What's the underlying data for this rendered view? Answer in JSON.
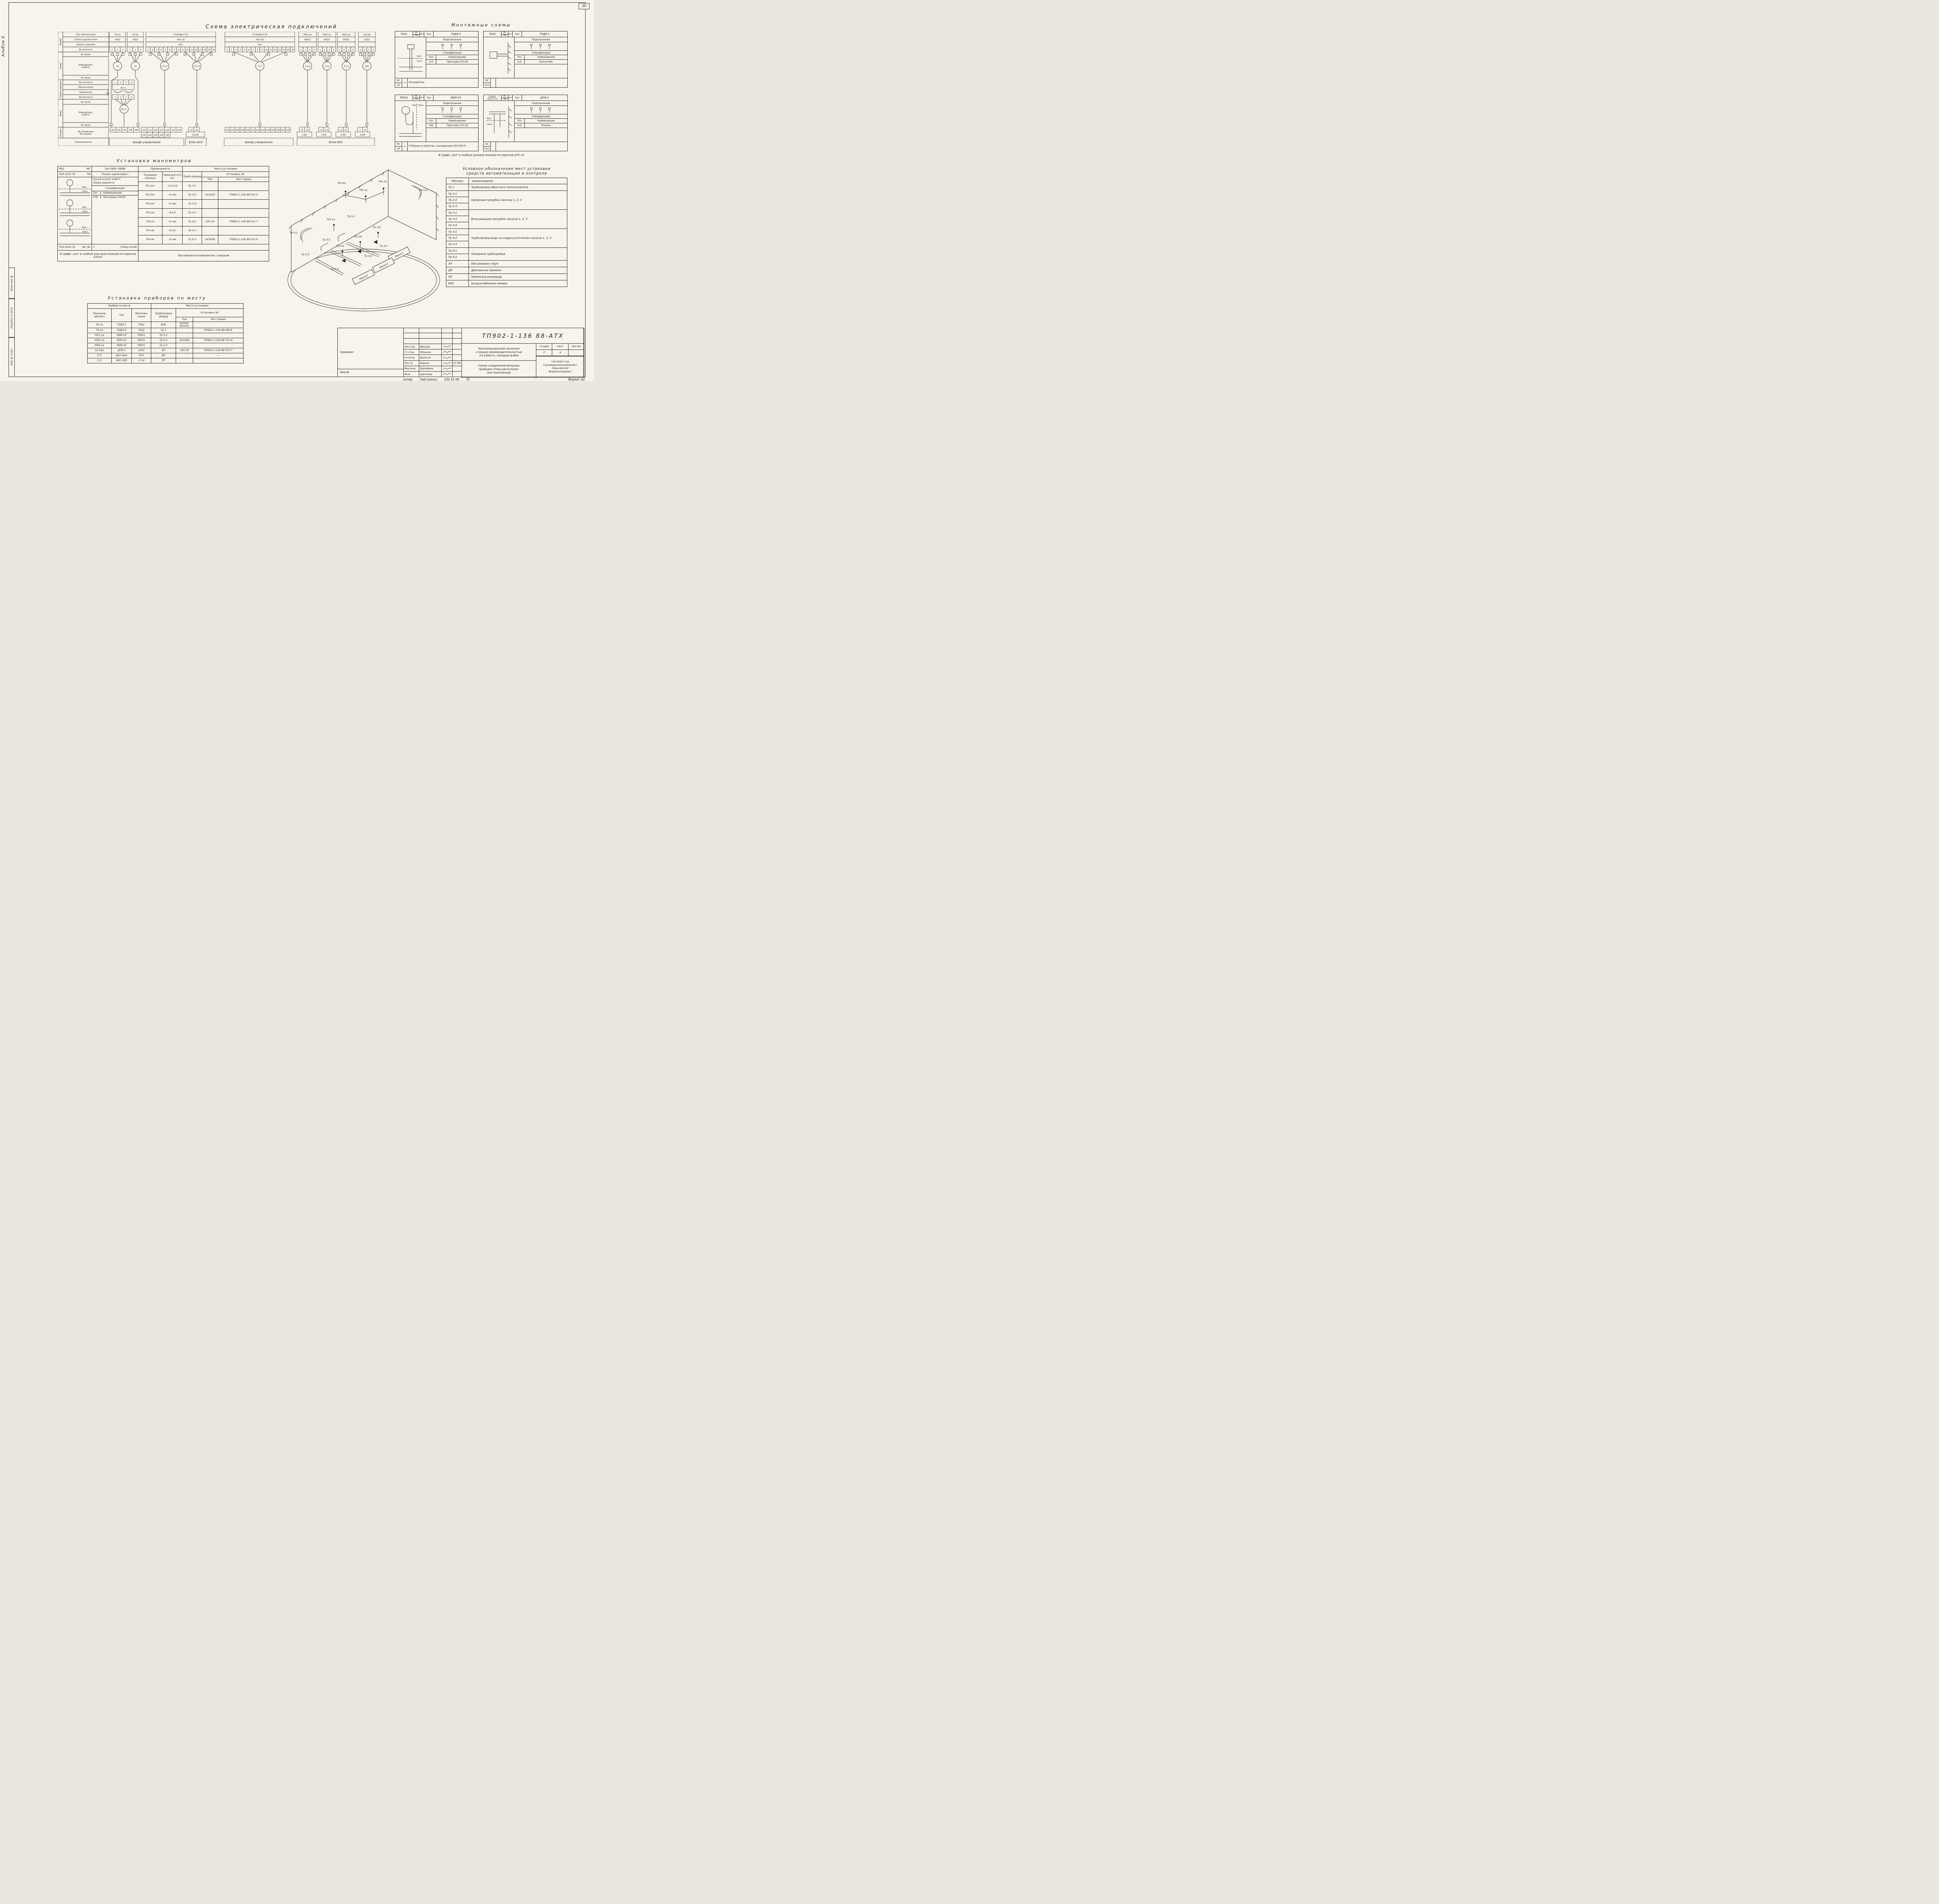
{
  "common": {
    "kip": "Кип",
    "tehn": "Техн"
  },
  "page": {
    "number": "30",
    "album_label": "Альбом 6",
    "side_labels": [
      "Взам инв №",
      "Подпись и дата",
      "Инв № подл"
    ]
  },
  "schematic": {
    "title": "Схема    электрическая    подключений",
    "row_labels": [
      "Поз обозначение",
      "Схема подключения",
      "Сборка зажимов",
      "№ контакта",
      "№ жилы",
      "Маркировка|кабеля",
      "№ жилы",
      "№ контакта",
      "Обозначение",
      "Перемычки",
      "№ контакта",
      "№ жилы",
      "Маркировка|кабеля",
      "№ жилы",
      "№ клеммника|№ зажима",
      "Наименование"
    ],
    "group_labels": [
      "Прибор",
      "Линия",
      "Сборка зажимов",
      "Линия",
      "Аппарат"
    ],
    "devices": [
      {
        "tag": "TS-1а",
        "scheme": "ТS01",
        "sub": "",
        "terms": [
          "1",
          "2",
          "3"
        ],
        "circles": [
          "1а"
        ]
      },
      {
        "tag": "TS-2а",
        "scheme": "ТS02",
        "sub": "",
        "terms": [
          "1",
          "2",
          "3"
        ],
        "circles": [
          "2а"
        ]
      },
      {
        "tag": "Статив  Ст1",
        "scheme": "АТХ  л5",
        "sub": "ХТ1",
        "terms": [
          "1",
          "2",
          "3",
          "4",
          "5",
          "6",
          "7",
          "8",
          "9",
          "10",
          "11",
          "12",
          "13",
          "14",
          "15",
          "16"
        ],
        "circles": [
          "Ст1-1",
          "Ст1-2"
        ]
      },
      {
        "tag": "Статив  Ст2",
        "scheme": "АТХ  л6",
        "sub": "ХТ1",
        "terms": [
          "1",
          "2",
          "3",
          "4",
          "5",
          "6",
          "7",
          "8",
          "9",
          "10",
          "11",
          "12",
          "13",
          "14",
          "15",
          "16"
        ],
        "circles": [
          "Ст2"
        ]
      },
      {
        "tag": "PIS1-1а",
        "scheme": "PISО1",
        "sub": "",
        "terms": [
          "1",
          "2",
          "3",
          "4"
        ],
        "circles": [
          "1-1а"
        ]
      },
      {
        "tag": "PIS2-1а",
        "scheme": "PISО1",
        "sub": "",
        "terms": [
          "1",
          "2",
          "3",
          "4"
        ],
        "circles": [
          "2-1а"
        ]
      },
      {
        "tag": "PIS3-1а",
        "scheme": "PISО1",
        "sub": "",
        "terms": [
          "1",
          "2",
          "3",
          "4"
        ],
        "circles": [
          "3-1а"
        ]
      },
      {
        "tag": "LS-18а",
        "scheme": "LSО1",
        "sub": "",
        "terms": [
          "1",
          "2",
          "3",
          "4"
        ],
        "circles": [
          "18а"
        ]
      }
    ],
    "kc_box": "КС-1",
    "kc_circle": "КС-1",
    "kc_terms": [
      "1",
      "2",
      "3",
      "4"
    ],
    "strips": {
      "s1": [
        "х22",
        "701",
        "702",
        "705",
        "706"
      ],
      "s2": [
        "х12",
        "111",
        "112",
        "113",
        "114",
        "115",
        "116"
      ],
      "s2b": [
        "141",
        "142",
        "143",
        "144",
        "145"
      ],
      "bu2_tag": "22-КК",
      "bu2_cells": [
        "14",
        "15"
      ],
      "s3": [
        "х33",
        "117",
        "118",
        "119",
        "120",
        "121",
        "122",
        "123",
        "124",
        "125",
        "126",
        "127",
        "128"
      ],
      "bu1": [
        {
          "tag": "1-КК",
          "cells": [
            "15",
            "16"
          ]
        },
        {
          "tag": "2-КК",
          "cells": [
            "13",
            "14"
          ]
        },
        {
          "tag": "3-КК",
          "cells": [
            "11",
            "12"
          ]
        },
        {
          "tag": "4-КК",
          "cells": [
            "7",
            "13"
          ]
        }
      ]
    },
    "cabinets": [
      "Шкаф  управления",
      "Блок БУ2",
      "Шкаф  управления",
      "Блок  БУ1"
    ]
  },
  "manometers": {
    "title": "Установка    манометров",
    "pos": "PI01",
    "doc": "ТК4 3137-70",
    "ms": "МС",
    "tm": "ТМ",
    "type_label": "Тип ОБМ, ОБМВ",
    "tech_label": "Технич характерист",
    "app_label": "Применимость",
    "place_label": "Место   установки",
    "col_pos": "Позицион обознач",
    "col_range": "Пред изм кгс/см²",
    "col_pipe": "Трубо-провод",
    "inst": "Установка 3К",
    "inst_cols": [
      "Поз",
      "Лист  марки"
    ],
    "cond1": "Ру≤16 кгс/см² t≤80°С",
    "cond2": "Среда-жидкость",
    "spec_label": "Спецификация",
    "spec_cols": [
      "Поз",
      "Наименование"
    ],
    "spec_row": [
      "1(6)",
      "Прокладка 10х18"
    ],
    "rows": [
      [
        "РI1-2а*",
        "-1-0-0,6",
        "Тр 3-1",
        "",
        ""
      ],
      [
        "РI2-2а*",
        "то же",
        "Тр 3-2",
        "1К1Н25",
        "ТП902-1-136   88-ТХл 6"
      ],
      [
        "РI3-2а*",
        "то же",
        "Тр 3-3",
        "",
        ""
      ],
      [
        "РI1-3а",
        "0-4,0",
        "Тр 4-1",
        "",
        ""
      ],
      [
        "РI2-3а",
        "то же",
        "Тр 4-2",
        "183 19",
        "ТП902-1-136   88-ТХл 7"
      ],
      [
        "РI1-4а",
        "0-3,2",
        "Тр 5-1",
        "",
        ""
      ],
      [
        "РI2-4а",
        "то же",
        "Тр 5-2",
        "1К1Н26",
        "ТП902-1-136   88-ТХл 6"
      ]
    ],
    "bottom_doc": "ТК4-3144 70",
    "bottom_pair": [
      "МС",
      "ЗК"
    ],
    "bottom_qty": "2",
    "bottom_name": "Отбор 16-80",
    "note_left": "В графе „поз\" в скобках ука-зана позиция по перечню АТХл3",
    "note_right": "Поставляется    комплектно   с   насосом"
  },
  "mounting": {
    "title": "Монтажные    схемы",
    "conn_label": "Подключение",
    "spec_label": "Спецификация",
    "spec_cols": [
      "Поз",
      "Наименование"
    ],
    "type_label": "Тип",
    "note": "В  графе „поз\"  в скобках  указана  позиция  по перечню АТХ л3",
    "blocks": [
      {
        "tag": "ТS01",
        "doc": "",
        "pair": [
          "МС",
          "ТМ"
        ],
        "kip": "Кип",
        "type": "ТУДЭ-4",
        "spec": [
          [
            "1(7)",
            "Прокладка 20×26"
          ]
        ],
        "foot_pair": [
          "МС",
          "ЗК"
        ],
        "foot_qty": "2",
        "foot_name": "Расширитель"
      },
      {
        "tag": "ТS02",
        "doc": "",
        "pair": [
          "МС",
          "ТМ"
        ],
        "kip": "Кип",
        "type": "ТУДЭ-1",
        "spec": [
          [
            "1(3)",
            "Кронштейн"
          ]
        ],
        "foot_pair": [
          "МС",
          "Техн"
        ],
        "foot_qty": "",
        "foot_name": ""
      },
      {
        "tag": "PISО1",
        "doc": "",
        "pair": [
          "МС",
          "ТМ"
        ],
        "kip": "Кип",
        "type": "ЭКМ-1У",
        "spec": [
          [
            "1(6)",
            "Прокладка 10×18"
          ]
        ],
        "foot_pair": [
          "МС",
          "ЗК"
        ],
        "foot_qty": "2",
        "foot_name": "Отборное устройство с расширением ЗК4-99-74"
      },
      {
        "tag": "LSО1",
        "doc": "ТК4 113-74",
        "pair": [
          "МС",
          "ТМ"
        ],
        "kip": "Кип",
        "type": "ДПЭ-1",
        "spec": [
          [
            "1(4)",
            "Фланец"
          ]
        ],
        "foot_pair": [
          "МС",
          "Техн"
        ],
        "foot_qty": "",
        "foot_name": ""
      }
    ]
  },
  "legend": {
    "title1": "Условное  обозначение  мест  установки",
    "title2": "средств  автоматизации  и  контроля",
    "col1": "Обознач",
    "col2": "Наименование",
    "rows": [
      {
        "codes": [
          "Тр 1"
        ],
        "name": "Трубопровод обратного теплоносителя"
      },
      {
        "codes": [
          "Тр 2-1",
          "Тр 2-2",
          "Тр 2-3"
        ],
        "name": "Напорный патрубок насосов  1, 2, 3"
      },
      {
        "codes": [
          "Тр 3-1",
          "Тр 3-2",
          "Тр 3-3"
        ],
        "name": "Всасывающий  патрубок насосов   1, 2, 3"
      },
      {
        "codes": [
          "Тр 4-1",
          "Тр 4-2",
          "Тр 4-3"
        ],
        "name": "Трубопровод воды на гидро-уплотнение  насосов  1, 2, 3"
      },
      {
        "codes": [
          "Тр 5-1",
          "Тр 5-2"
        ],
        "name": "Напорный  трубопровод"
      },
      {
        "codes": [
          "АП"
        ],
        "name": "Бак разрыва струи"
      },
      {
        "codes": [
          "ДП"
        ],
        "name": "Дренажный  приямок"
      },
      {
        "codes": [
          "ПР"
        ],
        "name": "Приемный  резервуар"
      },
      {
        "codes": [
          "ВЗК"
        ],
        "name": "воздухозаборная  камера"
      }
    ]
  },
  "field": {
    "title": "Установка    приборов    по  месту",
    "group1": "Прибор   по  месту",
    "group2": "Место    установки",
    "cols": [
      "Позицион обознач",
      "Тип",
      "Монтажн схема",
      "Трубопровод оборуд"
    ],
    "inst": "Установка 3К",
    "inst_cols": [
      "Поз",
      "Лист  марки"
    ],
    "rows": [
      [
        "ТБ-1а",
        "ТУДЭ-1",
        "ТS01",
        "ВЗК",
        "расши-ритель",
        ""
      ],
      [
        "ТS-2а",
        "ТУДЭ-4",
        "ТS02",
        "Тр 1",
        "",
        "ТП902-1-136  88-ОВл3"
      ],
      [
        "PIS1-1а",
        "ЭКМ-1У",
        "PISО1",
        "Тр 2-1",
        "",
        ""
      ],
      [
        "PIS2-1а",
        "ЭКМ-1У",
        "PISО1",
        "Тр 2-2",
        "1К1Н26",
        "ТП902-1-136  88-ТХл 6"
      ],
      [
        "PIS3-1а",
        "ЭКМ-1У",
        "PISО1",
        "Тр 2-3",
        "",
        ""
      ],
      [
        "LS-18а",
        "ДПЭ-1",
        "LSО1",
        "АП",
        "183 20",
        "ТП902-1-136  88-ТХл 7"
      ],
      [
        "Ст1",
        "Датчики",
        "АТХ",
        "ДП",
        "",
        "—"
      ],
      [
        "Ст2",
        "БКС-2УЗ",
        "л 5,6",
        "ПР",
        "",
        ""
      ]
    ]
  },
  "iso": {
    "labels": [
      "РI2-4а",
      "РI2-1а",
      "РI1-1а",
      "Тр 5-2",
      "Тр 5-1",
      "РI3-1а",
      "Тр 3-1",
      "Тр 3-2",
      "Тр 3-3",
      "РI3-3а",
      "РI2-3а",
      "РI1-3а",
      "Тр 4-1",
      "Тр 4-2",
      "Тр 4-3"
    ],
    "pumps": [
      "Насос1",
      "Насос2",
      "Насос3"
    ]
  },
  "titleblock": {
    "doc_number": "ТП902-1-136    88-АТХ",
    "project": [
      "Канализационная насосная",
      "станция производительностью",
      "13-150м³/ч, напором  8-60м"
    ],
    "sheet_title": [
      "Схема соединений внешних",
      "проводок  План расположе-",
      "ния (окончание)"
    ],
    "stage_label": "Стадия",
    "stage": "Р",
    "sheet_label": "Лист",
    "sheet": "4",
    "sheets_label": "Листов",
    "sheets": "",
    "org": [
      "госстрой ссср",
      "Союзводоканалниипроект",
      "Харьковский",
      "Водоканалпроект"
    ],
    "linked_label": "привязан",
    "inv_label": "Инв №",
    "roles": [
      {
        "role": "Нач отд",
        "name": "Фролов"
      },
      {
        "role": "Гл спец",
        "name": "Обозная"
      },
      {
        "role": "Н контр",
        "name": "Аронсон"
      },
      {
        "role": "Рук гр",
        "name": "Баруан",
        "date": "07 88"
      },
      {
        "role": "Вед инж",
        "name": "Дорофеев"
      },
      {
        "role": "Инж",
        "name": "Цветкова"
      }
    ]
  },
  "copier": {
    "label": "копир",
    "name": "Тайстренко",
    "num": "232 81-06",
    "page": "31",
    "format": "Формат А2"
  }
}
